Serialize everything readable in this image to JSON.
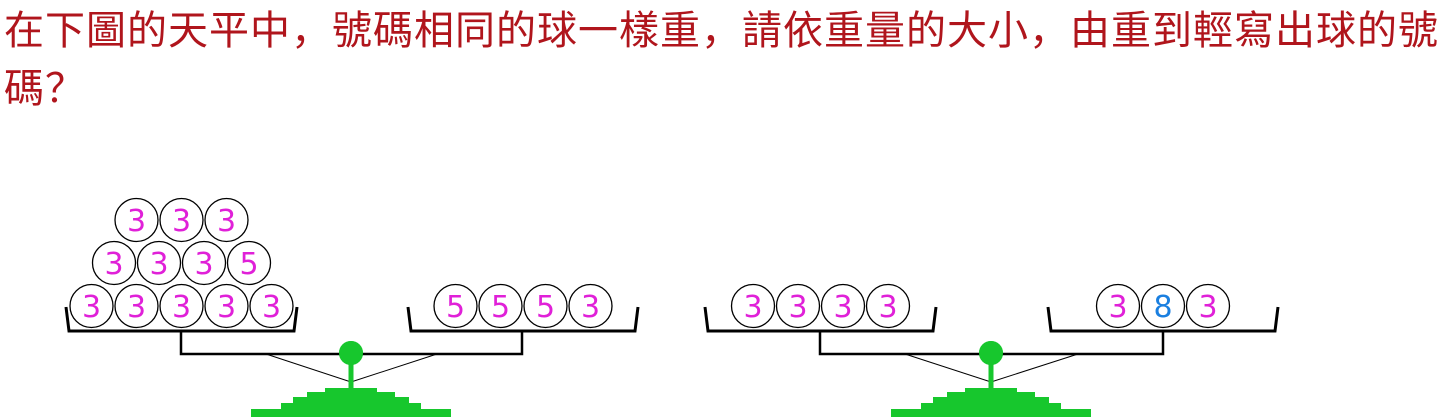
{
  "question": "在下圖的天平中，號碼相同的球一樣重，請依重量的大小，由重到輕寫出球的號碼？",
  "colors": {
    "question_text": "#b0151c",
    "ball_label_default": "#e020d8",
    "ball_label_highlight": "#1a7fe0",
    "ball_outline": "#000000",
    "beam": "#000000",
    "stand": "#17c72d"
  },
  "balances": [
    {
      "left_pan": {
        "rows": [
          [
            "3",
            "3",
            "3"
          ],
          [
            "3",
            "3",
            "3",
            "5"
          ],
          [
            "3",
            "3",
            "3",
            "3",
            "3"
          ]
        ]
      },
      "right_pan": {
        "rows": [
          [
            "5",
            "5",
            "5",
            "3"
          ]
        ]
      }
    },
    {
      "left_pan": {
        "rows": [
          [
            "3",
            "3",
            "3",
            "3"
          ]
        ]
      },
      "right_pan": {
        "rows": [
          [
            "3",
            "8",
            "3"
          ]
        ]
      }
    }
  ]
}
